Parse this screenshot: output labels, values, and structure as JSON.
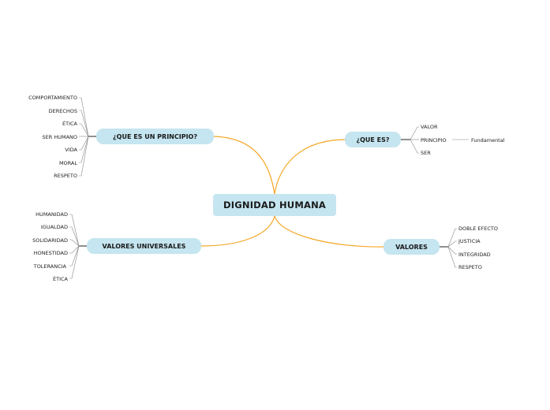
{
  "central": {
    "label": "DIGNIDAD HUMANA"
  },
  "branches": {
    "principio": {
      "label": "¿QUE ES UN PRINCIPIO?",
      "items": [
        "COMPORTAMIENTO",
        "DERECHOS",
        "ÉTICA",
        "SER HUMANO",
        "VIDA",
        "MORAL",
        "RESPETO"
      ]
    },
    "que_es": {
      "label": "¿QUE ES?",
      "items": [
        "VALOR",
        "PRINCIPIO",
        "SER"
      ],
      "sub": {
        "label": "Fundamental"
      }
    },
    "universales": {
      "label": "VALORES UNIVERSALES",
      "items": [
        "HUMANIDAD",
        "IGUALDAD",
        "SOLIDARIDAD",
        "HONESTIDAD",
        "TOLERANCIA",
        "ÉTICA"
      ]
    },
    "valores": {
      "label": "VALORES",
      "items": [
        "DOBLE EFECTO",
        "JUSTICIA",
        "INTEGRIDAD",
        "RESPETO"
      ]
    }
  },
  "colors": {
    "node_fill": "#c5e5f0",
    "connector": "#f5a623",
    "leaf_line": "#888888",
    "stub": "#222222"
  }
}
